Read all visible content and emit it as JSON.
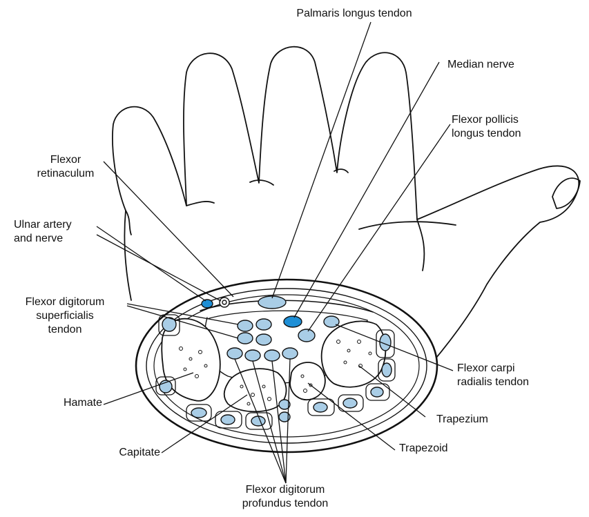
{
  "colors": {
    "ink": "#111111",
    "tendon_fill": "#a9cde6",
    "nerve_fill": "#1e8fd6",
    "bone_fill": "#ffffff",
    "background": "#ffffff"
  },
  "labels": {
    "palmaris_longus": "Palmaris longus tendon",
    "median_nerve": "Median nerve",
    "fpl_line1": "Flexor pollicis",
    "fpl_line2": "longus tendon",
    "flexor_ret_line1": "Flexor",
    "flexor_ret_line2": "retinaculum",
    "ulnar_line1": "Ulnar artery",
    "ulnar_line2": "and nerve",
    "fds_line1": "Flexor digitorum",
    "fds_line2": "superficialis",
    "fds_line3": "tendon",
    "fcr_line1": "Flexor carpi",
    "fcr_line2": "radialis tendon",
    "hamate": "Hamate",
    "trapezium": "Trapezium",
    "capitate": "Capitate",
    "trapezoid": "Trapezoid",
    "fdp_line1": "Flexor digitorum",
    "fdp_line2": "profundus tendon"
  }
}
